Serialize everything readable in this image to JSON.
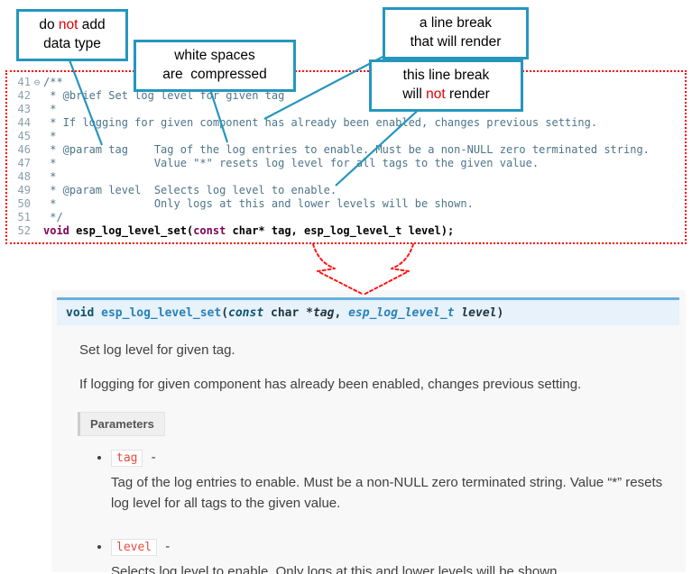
{
  "colors": {
    "callout_border": "#2596be",
    "connector_line": "#2596be",
    "code_box_border": "#ff0000",
    "code_keyword": "#7f0055",
    "code_comment": "#4d7589",
    "sig_bar_bg": "#e7f2fa",
    "sig_bar_top_border": "#6ab0de",
    "sig_name": "#2980b9",
    "param_chip_text": "#e74c3c",
    "highlight_red_text": "#e00000"
  },
  "callouts": {
    "c1": {
      "a": "do ",
      "b": "not",
      "c": " add",
      "d": "data type"
    },
    "c2": {
      "a": "white spaces",
      "b": "are  compressed"
    },
    "c3": {
      "a": "a line break",
      "b": "that will render"
    },
    "c4": {
      "a": "this line break",
      "b": "will ",
      "c": "not",
      "d": " render"
    }
  },
  "code": {
    "lines": [
      {
        "no": "41",
        "fold": "⊖",
        "text": "/**"
      },
      {
        "no": "42",
        "text": " * @brief Set log level for given tag"
      },
      {
        "no": "43",
        "text": " *"
      },
      {
        "no": "44",
        "text": " * If logging for given component has already been enabled, changes previous setting."
      },
      {
        "no": "45",
        "text": " *"
      },
      {
        "no": "46",
        "text": " * @param tag    Tag of the log entries to enable. Must be a non-NULL zero terminated string."
      },
      {
        "no": "47",
        "text": " *               Value \"*\" resets log level for all tags to the given value."
      },
      {
        "no": "48",
        "text": " *"
      },
      {
        "no": "49",
        "text": " * @param level  Selects log level to enable."
      },
      {
        "no": "50",
        "text": " *               Only logs at this and lower levels will be shown."
      },
      {
        "no": "51",
        "text": " */"
      }
    ],
    "l52": {
      "no": "52",
      "kw1": "void",
      "t1": " esp_log_level_set(",
      "kw2": "const",
      "t2": " char* tag, esp_log_level_t level);"
    }
  },
  "docs": {
    "sig": {
      "kw1": "void ",
      "name": "esp_log_level_set",
      "p1": "(",
      "kw2": "const",
      "t1": " char *",
      "a1": "tag",
      "c1": ", ",
      "t2": "esp_log_level_t ",
      "a2": "level",
      "p2": ")"
    },
    "p1": "Set log level for given tag.",
    "p2": "If logging for given component has already been enabled, changes previous setting.",
    "params_label": "Parameters",
    "items": [
      {
        "name": "tag",
        "dash": " -",
        "desc": "Tag of the log entries to enable. Must be a non-NULL zero terminated string. Value “*” resets log level for all tags to the given value."
      },
      {
        "name": "level",
        "dash": " -",
        "desc": "Selects log level to enable. Only logs at this and lower levels will be shown."
      }
    ]
  }
}
